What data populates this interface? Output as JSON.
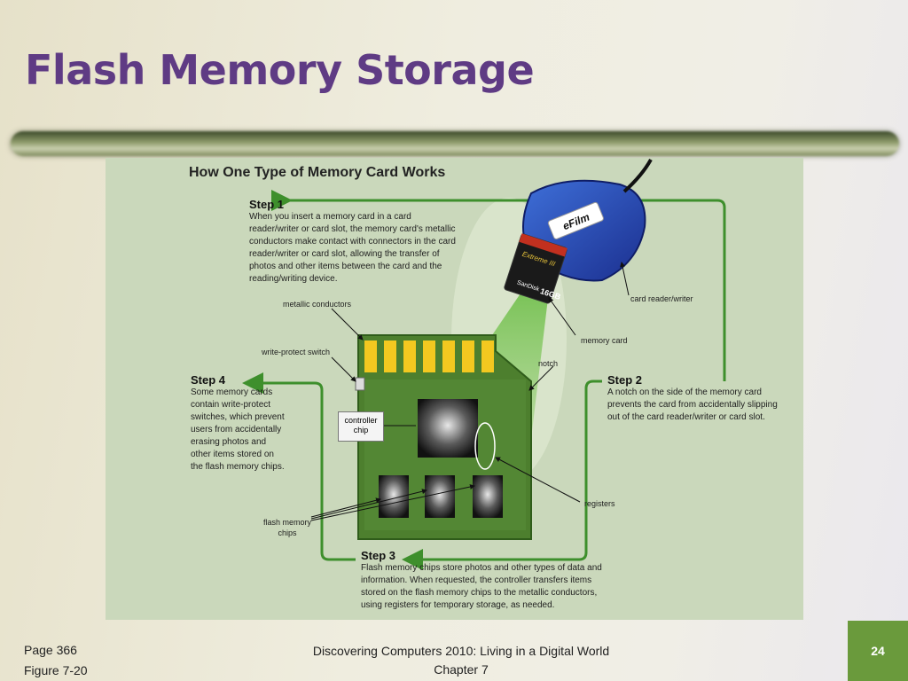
{
  "slide": {
    "title": "Flash Memory Storage",
    "page_number": "24"
  },
  "figure": {
    "title": "How One Type of Memory Card Works",
    "step1": {
      "heading": "Step 1",
      "text": "When you insert a memory card in a card reader/writer or card slot, the memory card's metallic conductors make contact with connectors in the card reader/writer or card slot, allowing the transfer of photos and other items between the card and the reading/writing device."
    },
    "step2": {
      "heading": "Step 2",
      "text": "A notch on the side of the memory card prevents the card from accidentally slipping out of the card reader/writer or card slot."
    },
    "step3": {
      "heading": "Step 3",
      "text": "Flash memory chips store photos and other types of data and information. When requested, the controller transfers items stored on the flash memory chips to the metallic conductors, using registers for temporary storage, as needed."
    },
    "step4": {
      "heading": "Step 4",
      "text": "Some memory cards contain write-protect switches, which prevent users from accidentally erasing photos and other items stored on the flash memory chips."
    },
    "labels": {
      "metallic_conductors": "metallic conductors",
      "write_protect_switch": "write-protect switch",
      "card_reader_writer": "card reader/writer",
      "memory_card": "memory card",
      "notch": "notch",
      "controller_chip": "controller chip",
      "registers": "registers",
      "flash_memory_chips": "flash memory chips"
    },
    "reader_brand": "eFilm",
    "card_brand": "SanDisk",
    "card_model": "Extreme III",
    "card_capacity": "16GB"
  },
  "footer": {
    "page_ref": "Page 366",
    "figure_ref": "Figure 7-20",
    "book_title": "Discovering Computers 2010: Living in a Digital World",
    "chapter": "Chapter 7"
  },
  "colors": {
    "title": "#5f3b84",
    "arrow_green": "#3e8f2c",
    "figure_bg": "#cad8bb",
    "page_badge": "#6a9a3c"
  }
}
